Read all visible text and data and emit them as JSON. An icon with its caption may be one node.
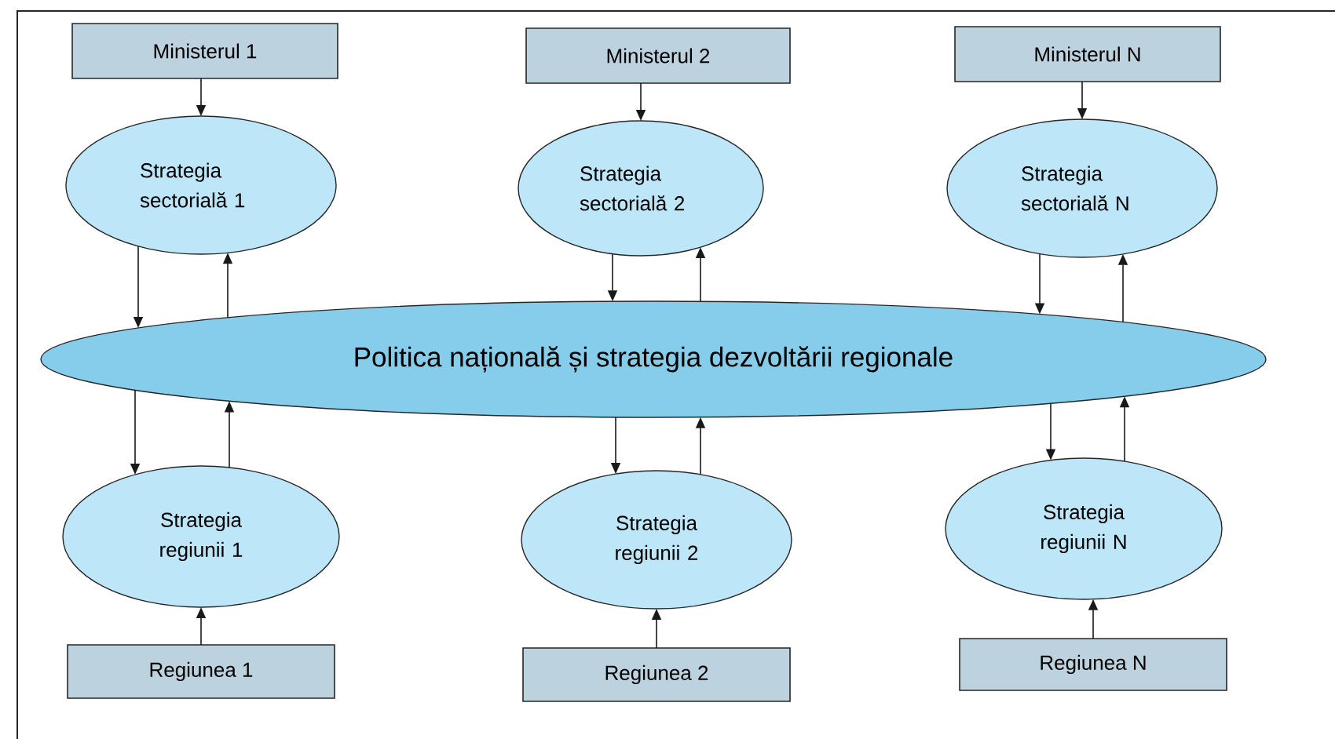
{
  "diagram": {
    "nodes": [
      {
        "text": [
          "Ministerul 1"
        ]
      },
      {
        "text": [
          "Ministerul 2"
        ]
      },
      {
        "text": [
          "Ministerul N"
        ]
      },
      {
        "text": [
          "Strategia sectorială 1"
        ]
      },
      {
        "text": [
          "Strategia sectorială 2"
        ]
      },
      {
        "text": [
          "Strategia sectorială N"
        ]
      },
      {
        "text": [
          "Politica națională și strategia dezvoltării regionale"
        ]
      },
      {
        "text": [
          "Strategia regiunii 1"
        ]
      },
      {
        "text": [
          "Strategia regiunii 2"
        ]
      },
      {
        "text": [
          "Strategia regiunii N"
        ]
      },
      {
        "text": [
          "Regiunea 1"
        ]
      },
      {
        "text": [
          "Regiunea 2"
        ]
      },
      {
        "text": [
          "Regiunea N"
        ]
      }
    ],
    "edges": [
      {
        "from": 0,
        "to": 3,
        "arrow": "to"
      },
      {
        "from": 1,
        "to": 4,
        "arrow": "to"
      },
      {
        "from": 2,
        "to": 5,
        "arrow": "to"
      },
      {
        "from": 3,
        "to": 6,
        "arrow": "to"
      },
      {
        "from": 6,
        "to": 3,
        "arrow": "to"
      },
      {
        "from": 4,
        "to": 6,
        "arrow": "to"
      },
      {
        "from": 6,
        "to": 4,
        "arrow": "to"
      },
      {
        "from": 5,
        "to": 6,
        "arrow": "to"
      },
      {
        "from": 6,
        "to": 5,
        "arrow": "to"
      },
      {
        "from": 6,
        "to": 7,
        "arrow": "to"
      },
      {
        "from": 7,
        "to": 6,
        "arrow": "to"
      },
      {
        "from": 6,
        "to": 8,
        "arrow": "to"
      },
      {
        "from": 8,
        "to": 6,
        "arrow": "to"
      },
      {
        "from": 6,
        "to": 9,
        "arrow": "to"
      },
      {
        "from": 9,
        "to": 6,
        "arrow": "to"
      },
      {
        "from": 10,
        "to": 7,
        "arrow": "to"
      },
      {
        "from": 11,
        "to": 8,
        "arrow": "to"
      },
      {
        "from": 12,
        "to": 9,
        "arrow": "to"
      }
    ]
  }
}
